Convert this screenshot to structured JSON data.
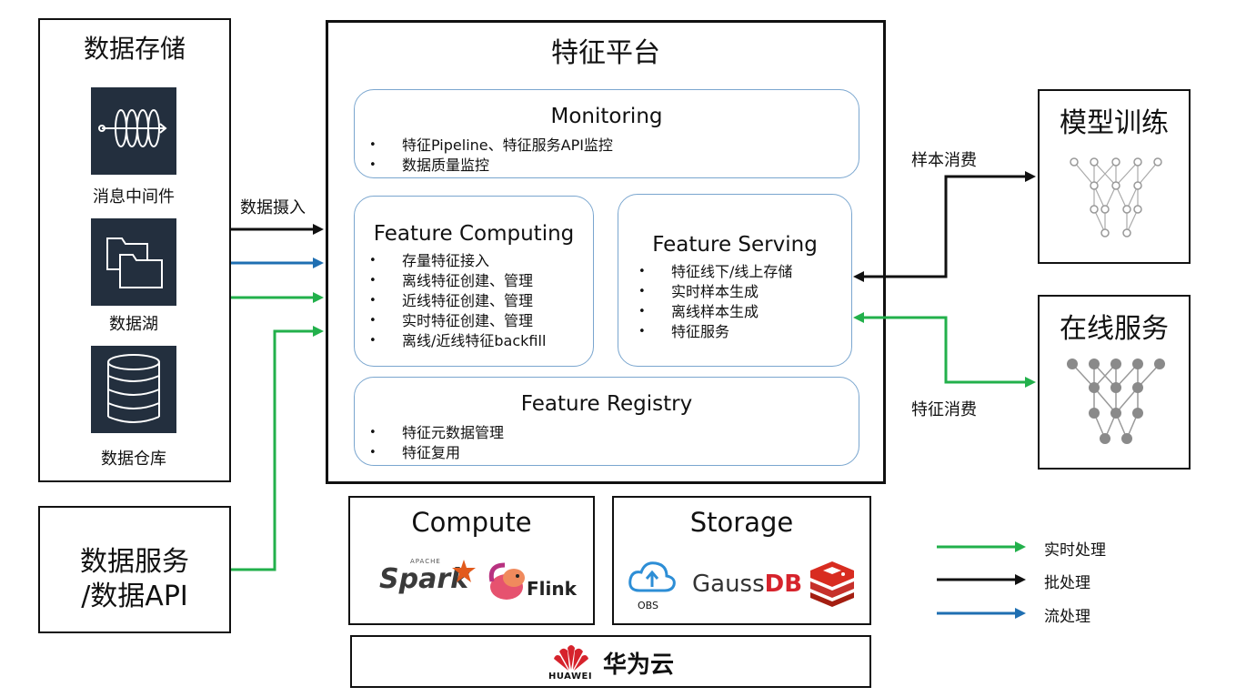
{
  "storage": {
    "title": "数据存储",
    "items": [
      {
        "label": "消息中间件",
        "icon": "message-queue-icon"
      },
      {
        "label": "数据湖",
        "icon": "data-lake-folders-icon"
      },
      {
        "label": "数据仓库",
        "icon": "database-icon"
      }
    ]
  },
  "data_service": {
    "line1": "数据服务",
    "line2": "/数据API"
  },
  "ingest_label": "数据摄入",
  "platform": {
    "title": "特征平台",
    "monitoring": {
      "title": "Monitoring",
      "items": [
        "特征Pipeline、特征服务API监控",
        "数据质量监控"
      ]
    },
    "computing": {
      "title": "Feature Computing",
      "items": [
        "存量特征接入",
        "离线特征创建、管理",
        "近线特征创建、管理",
        "实时特征创建、管理",
        "离线/近线特征backfill"
      ]
    },
    "serving": {
      "title": "Feature Serving",
      "items": [
        "特征线下/线上存储",
        "实时样本生成",
        "离线样本生成",
        "特征服务"
      ]
    },
    "registry": {
      "title": "Feature Registry",
      "items": [
        "特征元数据管理",
        "特征复用"
      ]
    }
  },
  "compute": {
    "title": "Compute",
    "spark": {
      "brand": "Spark",
      "tag": "APACHE"
    },
    "flink": "Flink"
  },
  "storage_infra": {
    "title": "Storage",
    "obs": "OBS",
    "gauss_prefix": "Gauss",
    "gauss_suffix": "DB"
  },
  "huawei": {
    "logo_text": "HUAWEI",
    "cloud": "华为云"
  },
  "right": {
    "training": {
      "title": "模型训练",
      "edge_label": "样本消费"
    },
    "serving": {
      "title": "在线服务",
      "edge_label": "特征消费"
    }
  },
  "legend": [
    {
      "label": "实时处理",
      "color": "#22b04b"
    },
    {
      "label": "批处理",
      "color": "#111111"
    },
    {
      "label": "流处理",
      "color": "#1f6fb2"
    }
  ],
  "colors": {
    "realtime": "#22b04b",
    "batch": "#111111",
    "stream": "#1f6fb2",
    "panel_border": "#7aa6cf",
    "tile": "#232f3e",
    "huawei_red": "#d6232c"
  }
}
